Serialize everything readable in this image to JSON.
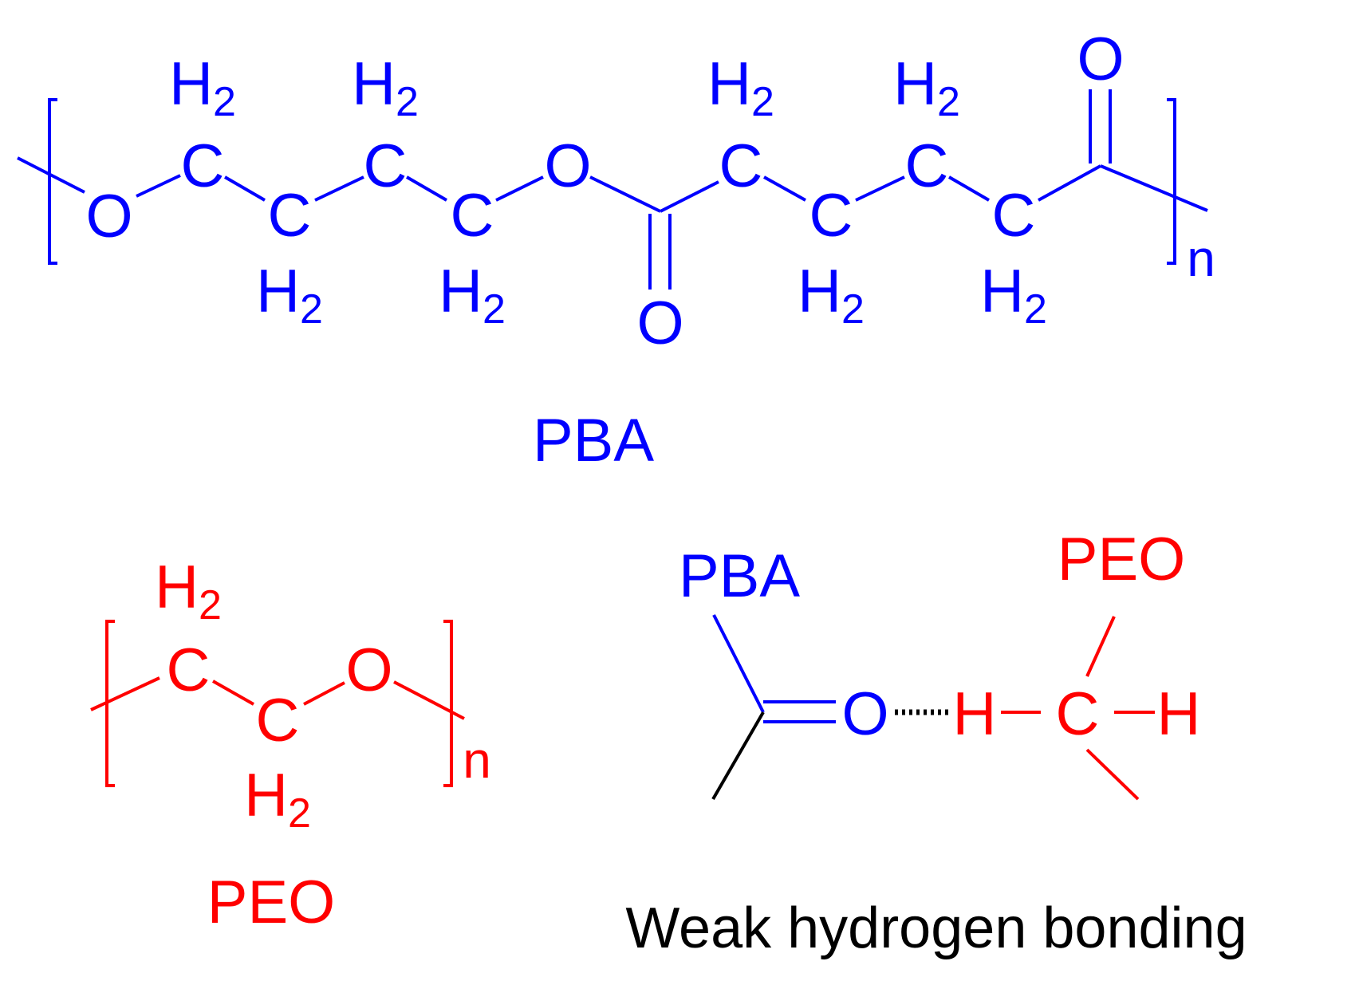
{
  "colors": {
    "pba": "#0000ff",
    "peo": "#ff0000",
    "neutral": "#000000",
    "background": "#ffffff"
  },
  "pba_structure": {
    "atoms": {
      "o1": "O",
      "c1": "C",
      "c2": "C",
      "c3": "C",
      "c4": "C",
      "o2": "O",
      "c6": "C",
      "c7": "C",
      "c8": "C",
      "c9": "C",
      "o_bottom": "O",
      "o_top": "O"
    },
    "h2_groups": [
      "H",
      "H",
      "H",
      "H",
      "H",
      "H",
      "H",
      "H"
    ],
    "subscript": "2",
    "repeat": "n",
    "name": "PBA"
  },
  "peo_structure": {
    "atoms": {
      "c1": "C",
      "c2": "C",
      "o": "O"
    },
    "h2_groups": [
      "H",
      "H"
    ],
    "subscript": "2",
    "repeat": "n",
    "name": "PEO"
  },
  "hbond": {
    "pba_label": "PBA",
    "peo_label": "PEO",
    "o": "O",
    "h_left": "H",
    "c": "C",
    "h_right": "H",
    "caption": "Weak hydrogen bonding"
  }
}
